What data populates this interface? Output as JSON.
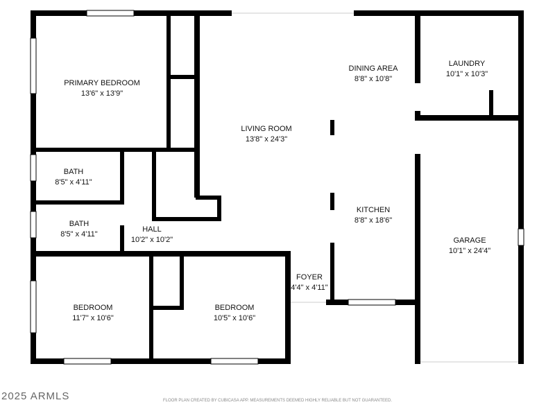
{
  "rooms": {
    "primary_bedroom": {
      "name": "PRIMARY BEDROOM",
      "dims": "13'6\" x 13'9\""
    },
    "bath1": {
      "name": "BATH",
      "dims": "8'5\" x 4'11\""
    },
    "bath2": {
      "name": "BATH",
      "dims": "8'5\" x 4'11\""
    },
    "hall": {
      "name": "HALL",
      "dims": "10'2\" x 10'2\""
    },
    "bedroom1": {
      "name": "BEDROOM",
      "dims": "11'7\" x 10'6\""
    },
    "bedroom2": {
      "name": "BEDROOM",
      "dims": "10'5\" x 10'6\""
    },
    "living_room": {
      "name": "LIVING ROOM",
      "dims": "13'8\" x 24'3\""
    },
    "dining_area": {
      "name": "DINING AREA",
      "dims": "8'8\" x 10'8\""
    },
    "laundry": {
      "name": "LAUNDRY",
      "dims": "10'1\" x 10'3\""
    },
    "kitchen": {
      "name": "KITCHEN",
      "dims": "8'8\" x 18'6\""
    },
    "foyer": {
      "name": "FOYER",
      "dims": "4'4\" x 4'11\""
    },
    "garage": {
      "name": "GARAGE",
      "dims": "10'1\" x 24'4\""
    }
  },
  "footer": {
    "copyright": "2025 ARMLS",
    "disclaimer": "FLOOR PLAN CREATED BY CUBICASA APP. MEASUREMENTS DEEMED HIGHLY RELIABLE BUT NOT GUARANTEED."
  },
  "colors": {
    "wall": "#000000",
    "window": "#ffffff",
    "background": "#ffffff"
  }
}
